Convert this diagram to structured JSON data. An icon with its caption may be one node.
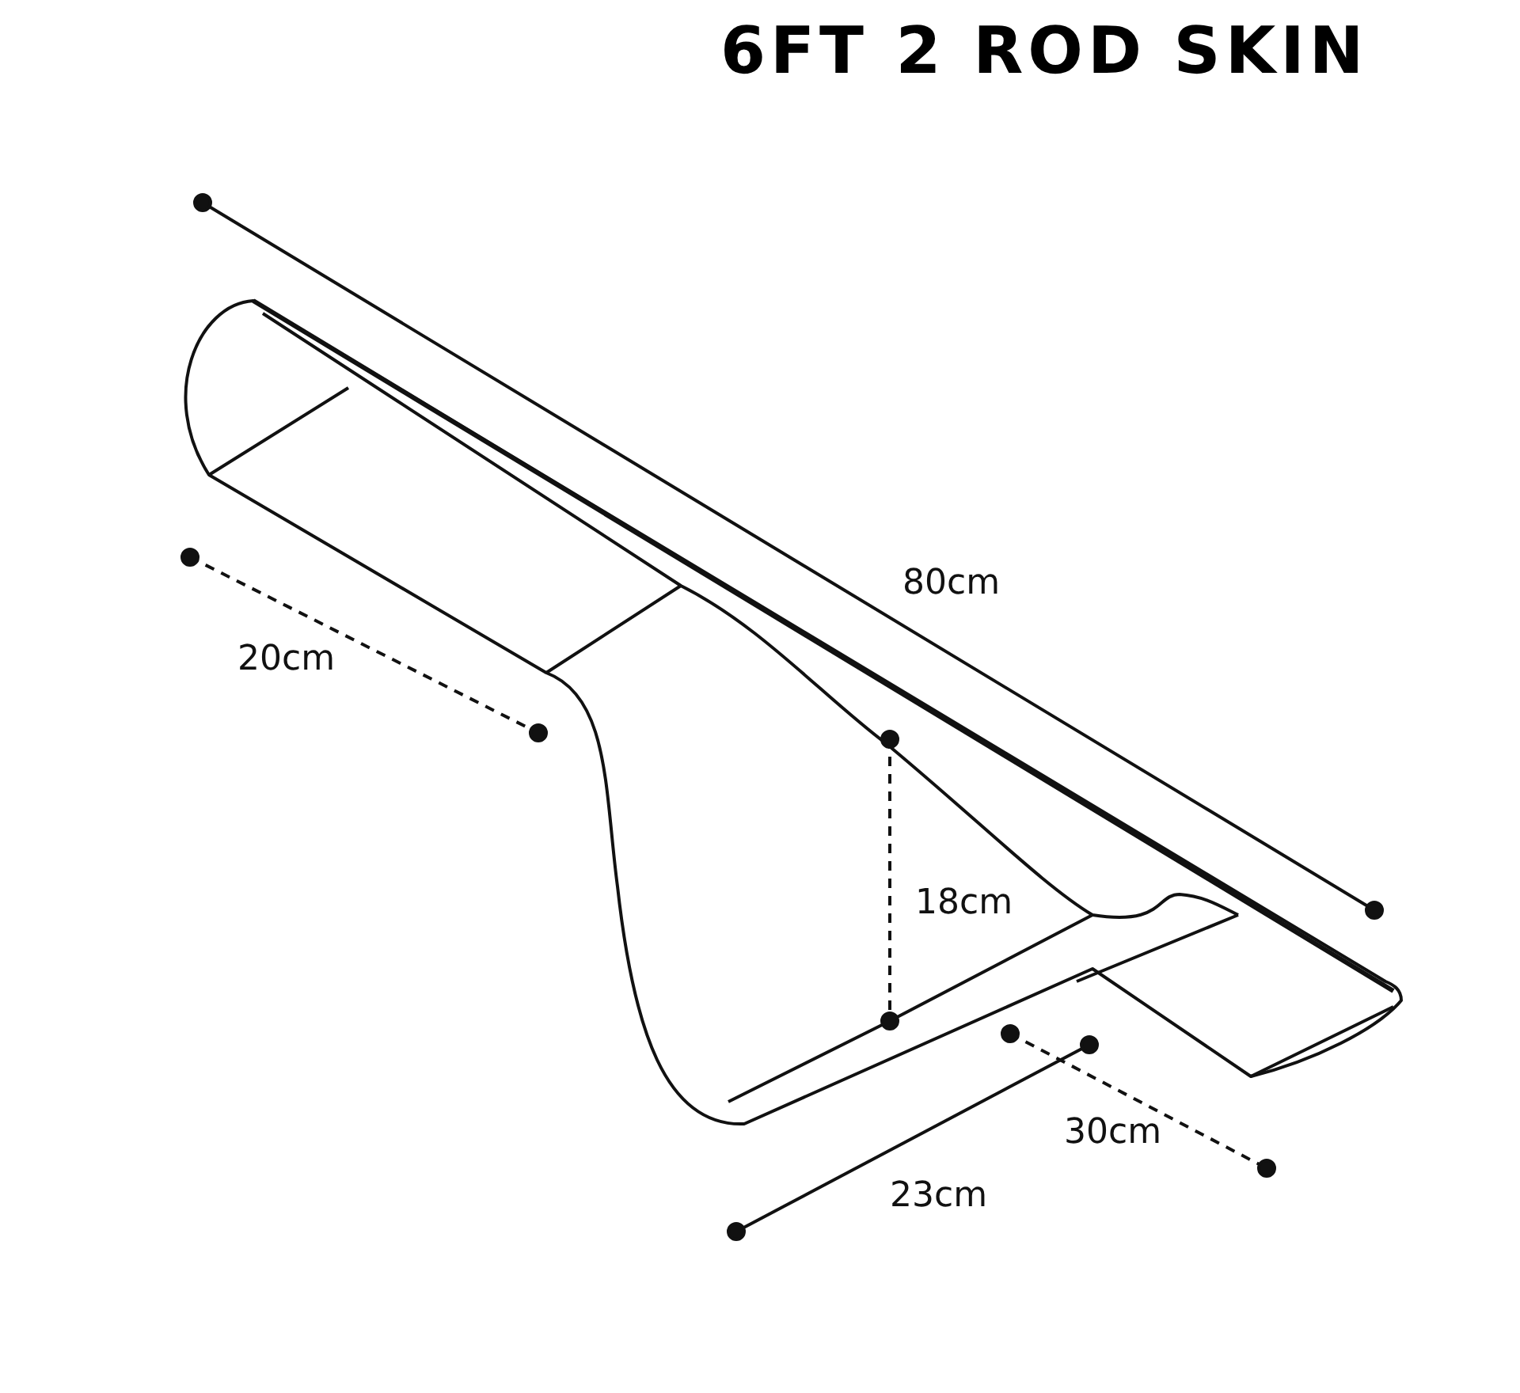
{
  "diagram": {
    "title": "6FT 2 ROD SKIN",
    "labels": [
      "80cm",
      "20cm",
      "18cm",
      "30cm",
      "23cm"
    ]
  }
}
